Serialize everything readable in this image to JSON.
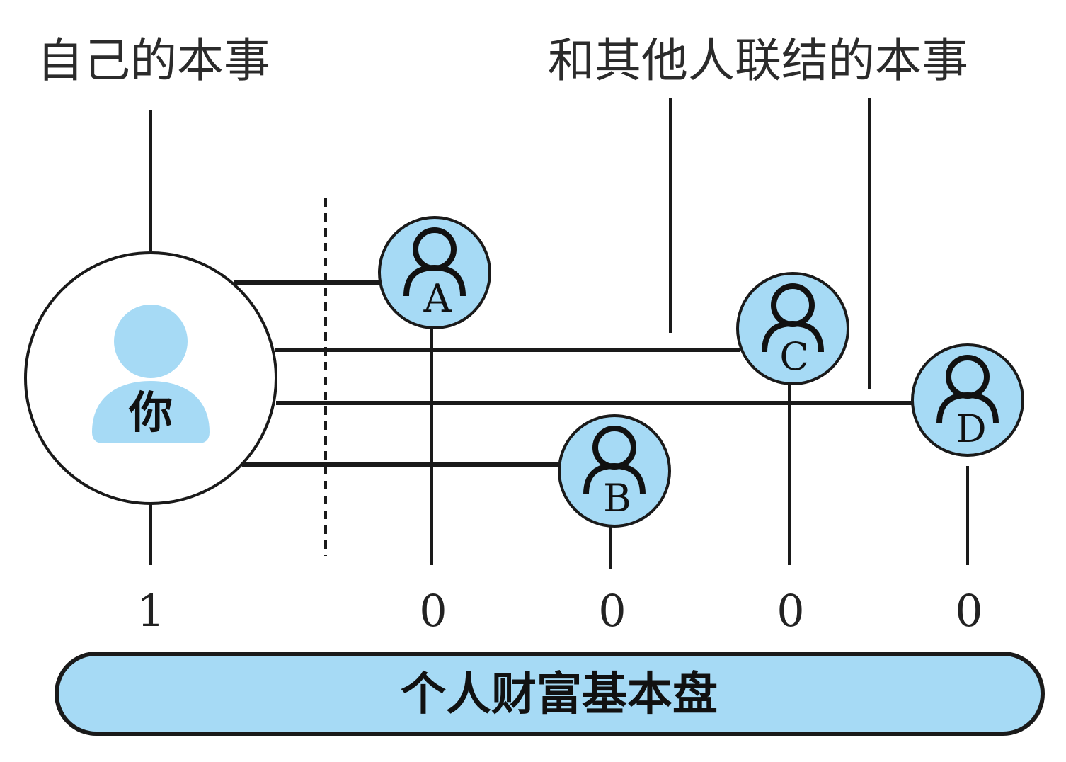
{
  "labels": {
    "own_skill": "自己的本事",
    "connect_skill": "和其他人联结的本事"
  },
  "center": {
    "label": "你"
  },
  "nodes": [
    {
      "id": "A",
      "letter": "A",
      "value": "0"
    },
    {
      "id": "B",
      "letter": "B",
      "value": "0"
    },
    {
      "id": "C",
      "letter": "C",
      "value": "0"
    },
    {
      "id": "D",
      "letter": "D",
      "value": "0"
    }
  ],
  "own_value": "1",
  "base": {
    "label": "个人财富基本盘"
  },
  "colors": {
    "node_fill": "#a6daf5",
    "base_fill": "#a6daf5",
    "you_icon": "#a6daf5",
    "line": "#1a1a1a"
  }
}
